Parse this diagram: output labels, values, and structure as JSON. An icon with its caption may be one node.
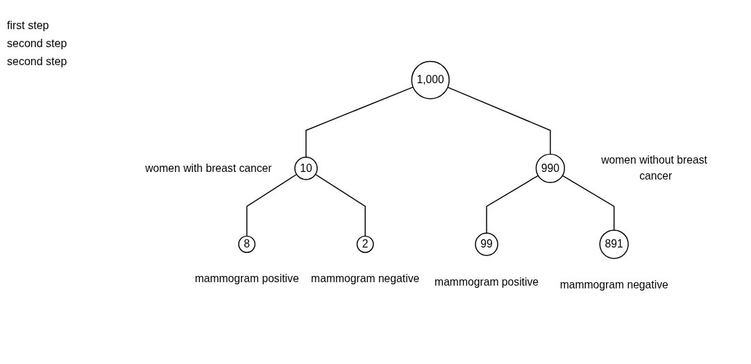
{
  "diagram": {
    "nodes": [
      {
        "text": [
          "1,000"
        ]
      },
      {
        "text": [
          "10"
        ],
        "beside": [
          "women with breast cancer"
        ]
      },
      {
        "text": [
          "990"
        ],
        "beside": [
          "women without breast cancer"
        ]
      },
      {
        "text": [
          "8"
        ],
        "beside": [
          "mammogram positive"
        ]
      },
      {
        "text": [
          "2"
        ],
        "beside": [
          "mammogram negative"
        ]
      },
      {
        "text": [
          "99"
        ],
        "beside": [
          "mammogram positive"
        ]
      },
      {
        "text": [
          "891"
        ],
        "beside": [
          "mammogram negative"
        ]
      }
    ],
    "edges": [
      {
        "from": 0,
        "to": 1,
        "arrow": "none"
      },
      {
        "from": 0,
        "to": 2,
        "arrow": "none"
      },
      {
        "from": 1,
        "to": 3,
        "arrow": "none"
      },
      {
        "from": 1,
        "to": 4,
        "arrow": "none"
      },
      {
        "from": 2,
        "to": 5,
        "arrow": "none"
      },
      {
        "from": 2,
        "to": 6,
        "arrow": "none"
      }
    ],
    "labels": [
      "first step",
      "second step",
      "second step"
    ]
  }
}
